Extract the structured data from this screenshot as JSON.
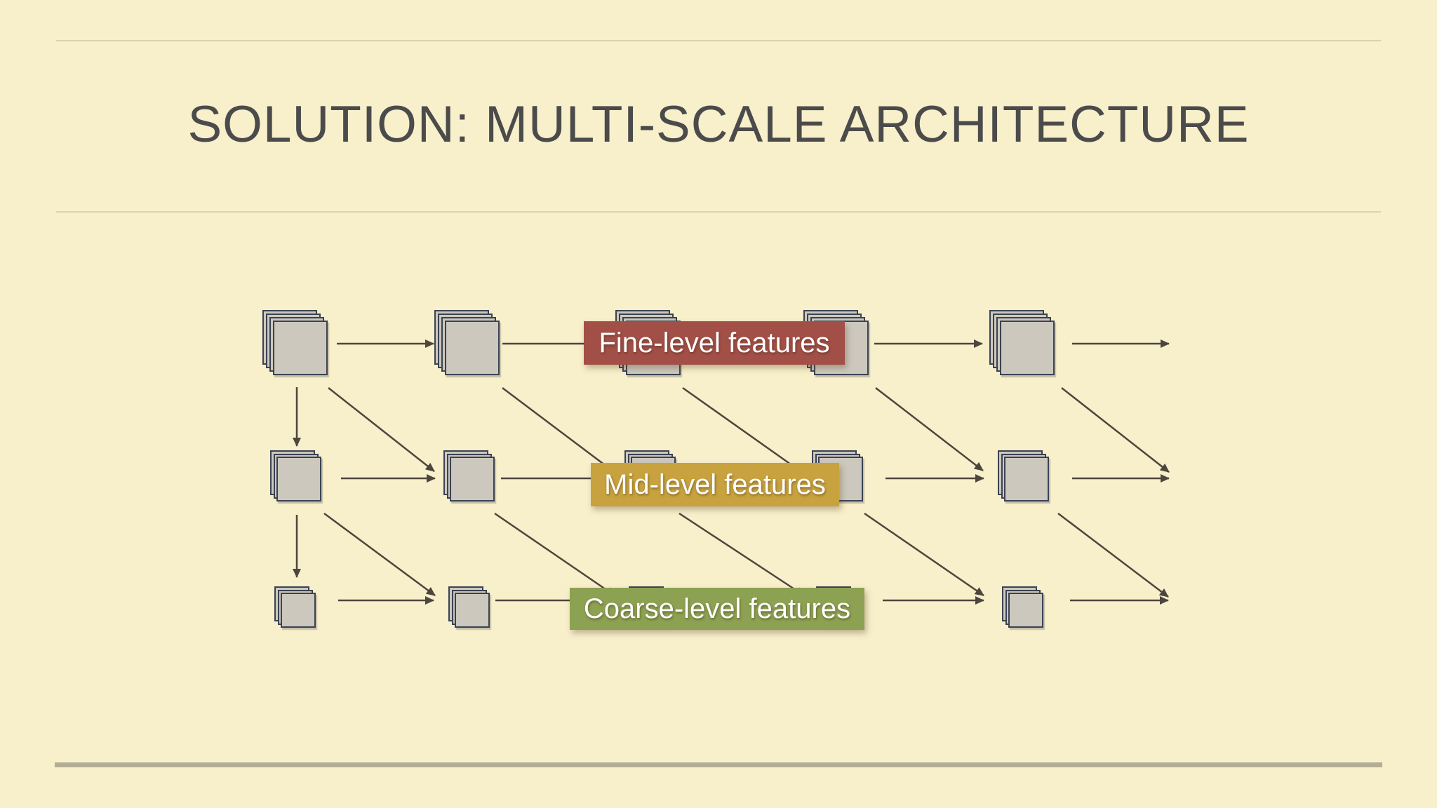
{
  "slide": {
    "title": "SOLUTION: MULTI-SCALE ARCHITECTURE",
    "background_color": "#f8efcb",
    "title_color": "#4b4b4b",
    "separator_color": "#dbd3b1",
    "bottom_bar_color": "#b2ad94"
  },
  "diagram": {
    "rows": [
      {
        "id": "fine",
        "label": "Fine-level features",
        "label_bg": "#a24f47",
        "label_text_color": "#ffffff",
        "stack_count": 5
      },
      {
        "id": "mid",
        "label": "Mid-level features",
        "label_bg": "#c7a23e",
        "label_text_color": "#ffffff",
        "stack_count": 5
      },
      {
        "id": "coarse",
        "label": "Coarse-level features",
        "label_bg": "#8ca151",
        "label_text_color": "#ffffff",
        "stack_count": 5
      }
    ],
    "node_style": {
      "sheet_fill": "#ccc8bd",
      "sheet_border": "#3b4252"
    },
    "arrow_color": "#4d463e"
  }
}
